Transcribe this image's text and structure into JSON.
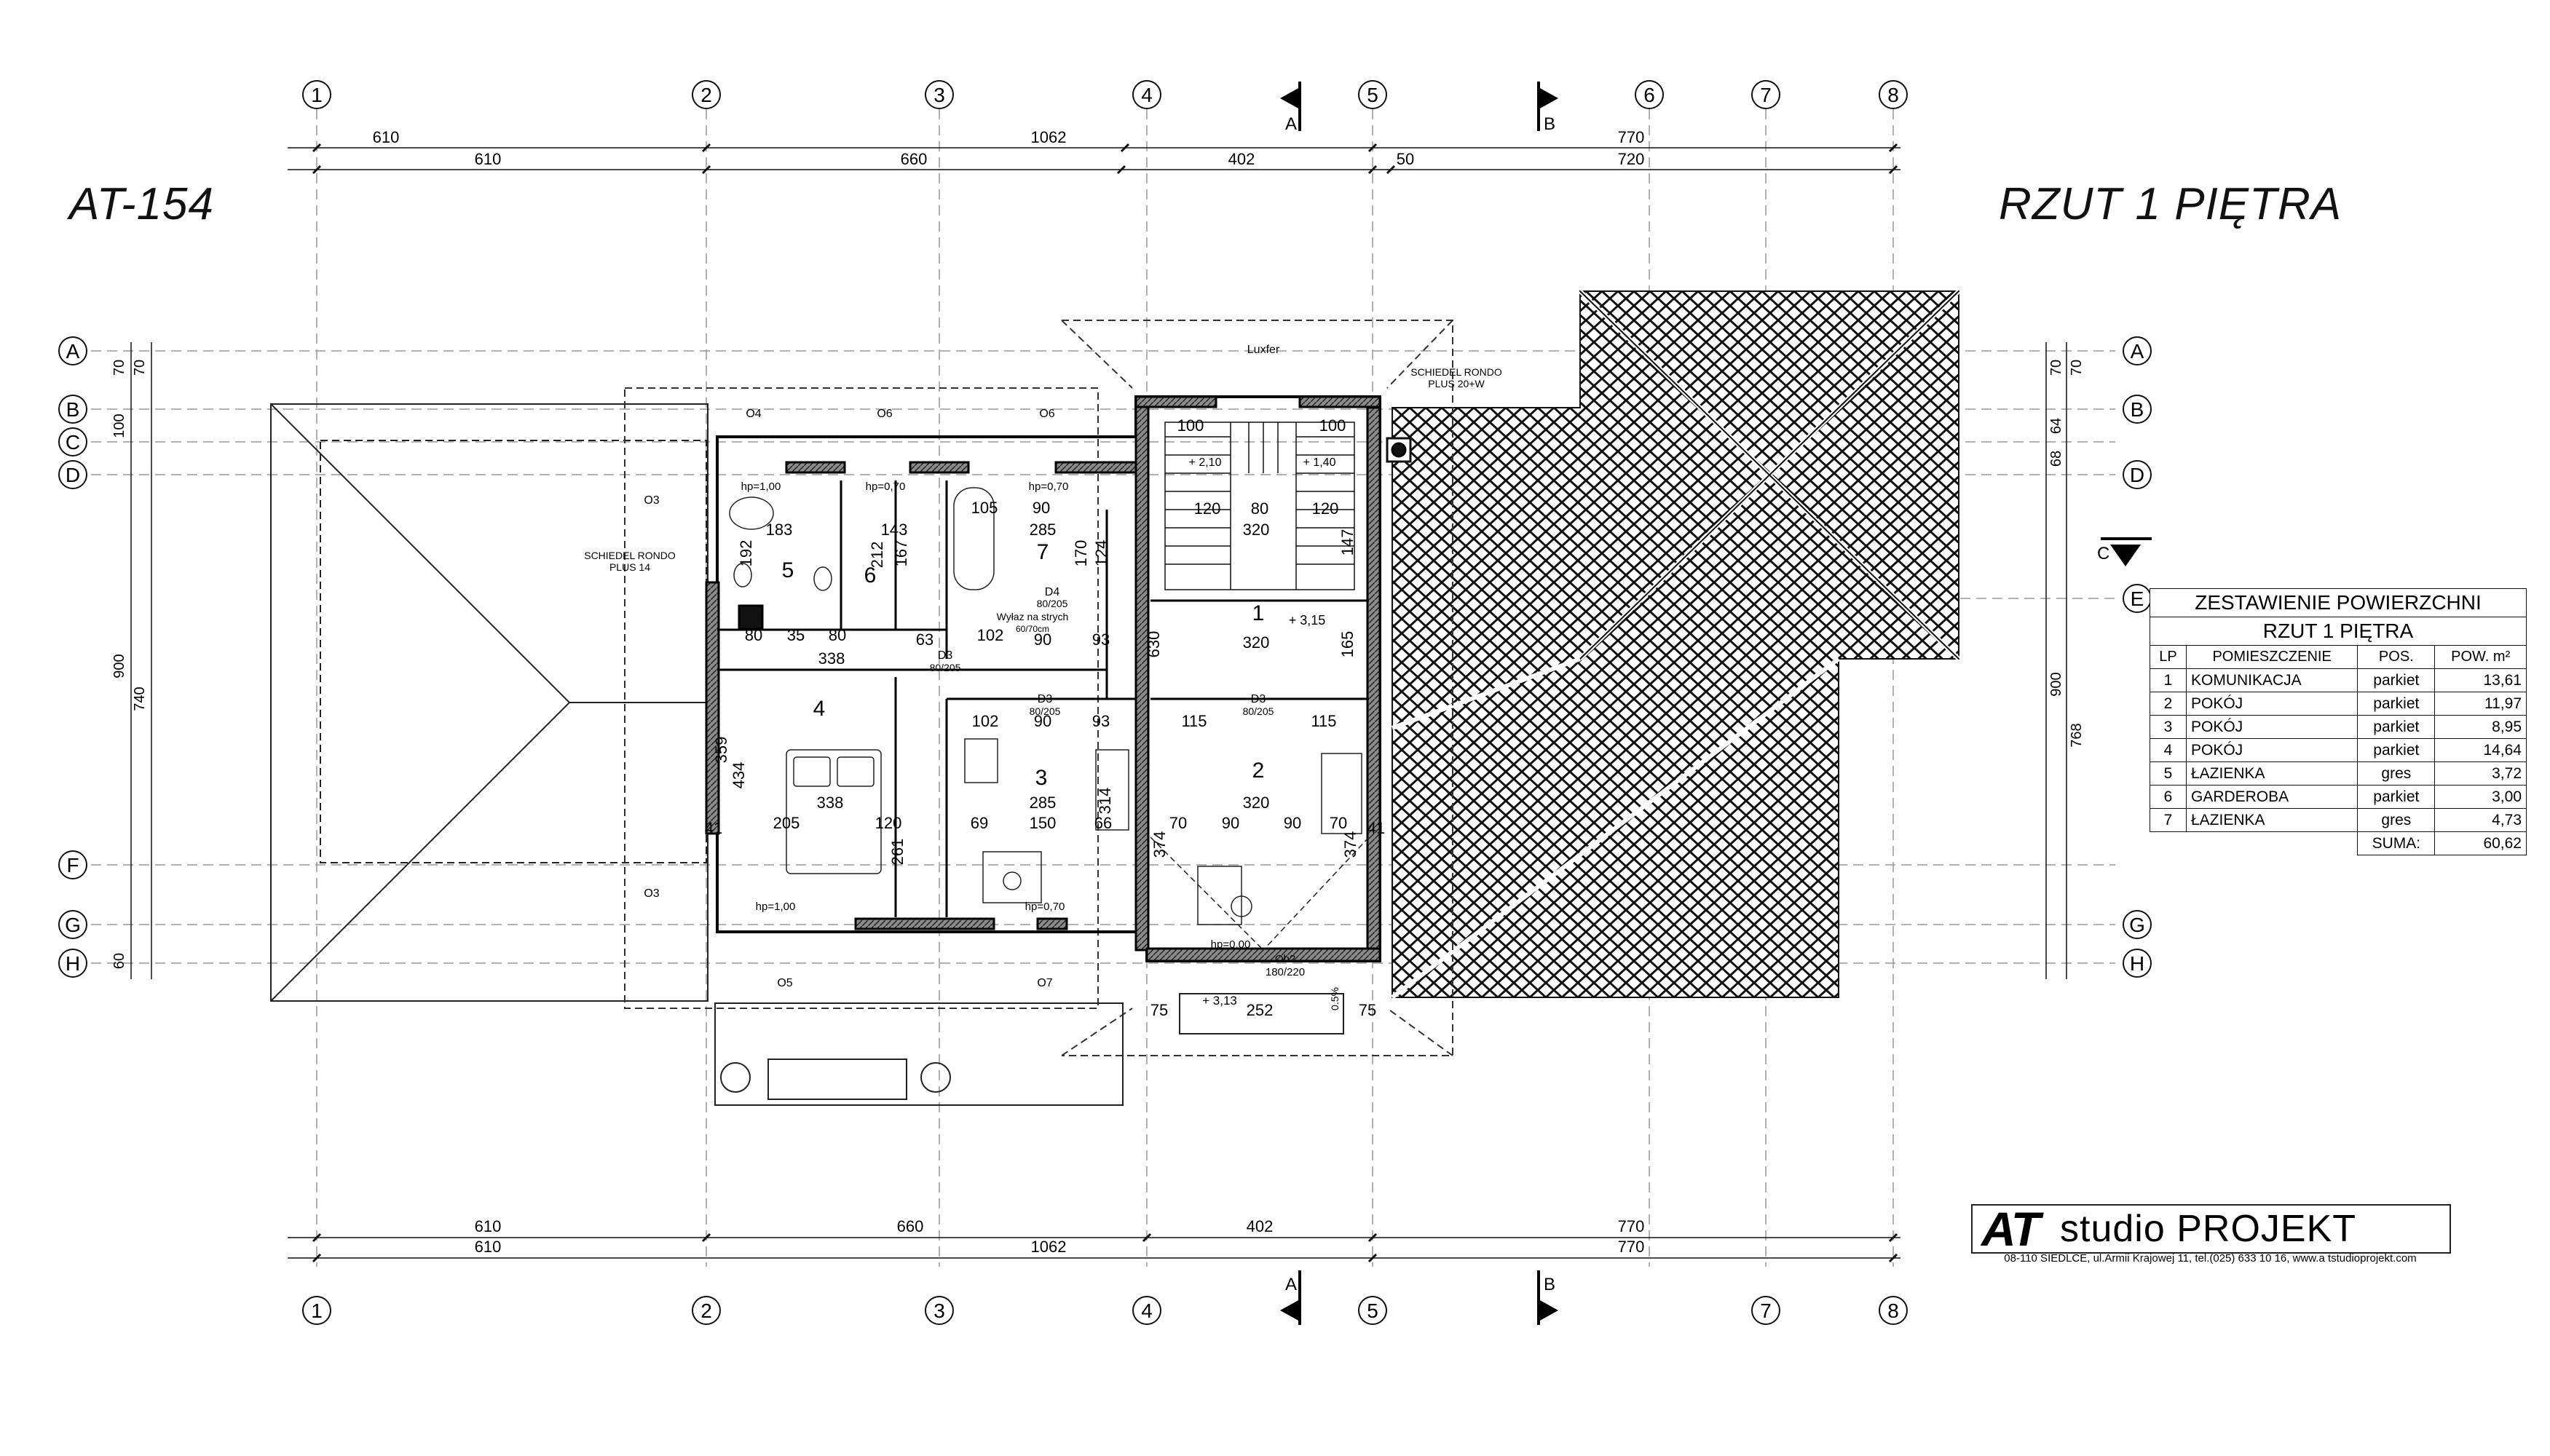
{
  "header": {
    "code": "AT-154",
    "sheet_title": "RZUT 1 PIĘTRA"
  },
  "axes": {
    "columns": [
      "1",
      "2",
      "3",
      "4",
      "5",
      "6",
      "7",
      "8"
    ],
    "columns_bottom": [
      "1",
      "2",
      "3",
      "4",
      "5",
      "7",
      "8"
    ],
    "rows_left": [
      "A",
      "B",
      "C",
      "D",
      "F",
      "G",
      "H"
    ],
    "rows_right": [
      "A",
      "B",
      "D",
      "E",
      "G",
      "H"
    ]
  },
  "dims_top": {
    "row1": [
      "610",
      "1062",
      "770"
    ],
    "row2": [
      "610",
      "660",
      "402",
      "50",
      "720"
    ]
  },
  "dims_bottom": {
    "row1": [
      "610",
      "660",
      "402",
      "770"
    ],
    "row2": [
      "610",
      "1062",
      "770"
    ]
  },
  "dims_left": {
    "outer": [
      "70",
      "100",
      "900",
      "60"
    ],
    "inner": [
      "70",
      "740"
    ]
  },
  "dims_right": {
    "outer": [
      "70",
      "64",
      "68",
      "900"
    ],
    "inner": [
      "70",
      "768"
    ]
  },
  "section_marks": {
    "a": "A",
    "b": "B",
    "c": "C"
  },
  "rooms": {
    "r1": "1",
    "r2": "2",
    "r3": "3",
    "r4": "4",
    "r5": "5",
    "r6": "6",
    "r7": "7",
    "luxfer": "Luxfer"
  },
  "annotations": {
    "chimney_right": "SCHIEDEL RONDO",
    "chimney_right_sub": "PLUS 20+W",
    "chimney_left": "SCHIEDEL RONDO",
    "chimney_left_sub": "PLUS 14",
    "roof_hatch": "Wyłaz na strych",
    "roof_hatch_size": "60/70cm",
    "d3a": "D3",
    "d3a_size": "80/205",
    "d3b": "D3",
    "d3b_size": "80/205",
    "d3c": "D3",
    "d3c_size": "80/205",
    "d4": "D4",
    "d4_size": "80/205",
    "o3a": "O3",
    "o3b": "O3",
    "o4": "O4",
    "o5": "O5",
    "o6a": "O6",
    "o6b": "O6",
    "o7": "O7",
    "ob2": "Ob2",
    "ob2_size": "180/220",
    "lvl_315": "+ 3,15",
    "lvl_313": "+ 3,13",
    "lvl_210": "+ 2,10",
    "lvl_140": "+ 1,40",
    "hp100a": "hp=1,00",
    "hp100b": "hp=1,00",
    "hp070a": "hp=0,70",
    "hp070b": "hp=0,70",
    "hp070c": "hp=0,70",
    "hp000": "hp=0,00",
    "slope": "0.5%"
  },
  "room_dims": {
    "d1": "183",
    "d2": "143",
    "d3": "105",
    "d4": "285",
    "d5": "338",
    "d6": "434",
    "d7": "359",
    "d8": "338",
    "d9": "205",
    "d10": "285",
    "d11": "150",
    "d12": "314",
    "d13": "320",
    "d14": "320",
    "d15": "320",
    "d16": "374",
    "d17": "374",
    "d18": "252",
    "d19": "630",
    "d20": "165",
    "d21": "147",
    "d22": "90",
    "d23": "102",
    "d24": "102",
    "d25": "115",
    "d26": "115",
    "d27": "100",
    "d28": "100",
    "d29": "120",
    "d30": "120",
    "d31": "80",
    "d32": "212",
    "d33": "167",
    "d34": "170",
    "d35": "124",
    "d36": "192",
    "d37": "80",
    "d38": "35",
    "d39": "80",
    "d40": "63",
    "d41": "90",
    "d42": "93",
    "d43": "93",
    "d44": "90",
    "d45": "70",
    "d46": "90",
    "d47": "90",
    "d48": "70",
    "d49": "261",
    "d50": "120",
    "d51": "69",
    "d52": "66",
    "d53": "41",
    "d54": "41",
    "d55": "75",
    "d56": "75"
  },
  "area_table": {
    "caption1": "ZESTAWIENIE POWIERZCHNI",
    "caption2": "RZUT 1 PIĘTRA",
    "headers": [
      "LP",
      "POMIESZCZENIE",
      "POS.",
      "POW. m²"
    ],
    "rows": [
      [
        "1",
        "KOMUNIKACJA",
        "parkiet",
        "13,61"
      ],
      [
        "2",
        "POKÓJ",
        "parkiet",
        "11,97"
      ],
      [
        "3",
        "POKÓJ",
        "parkiet",
        "8,95"
      ],
      [
        "4",
        "POKÓJ",
        "parkiet",
        "14,64"
      ],
      [
        "5",
        "ŁAZIENKA",
        "gres",
        "3,72"
      ],
      [
        "6",
        "GARDEROBA",
        "parkiet",
        "3,00"
      ],
      [
        "7",
        "ŁAZIENKA",
        "gres",
        "4,73"
      ]
    ],
    "sum_label": "SUMA:",
    "sum_value": "60,62"
  },
  "studio": {
    "mark": "AT",
    "name": "studio PROJEKT",
    "address": "08-110 SIEDLCE, ul.Armii Krajowej 11, tel.(025) 633 10 16, www.a tstudioprojekt.com"
  }
}
